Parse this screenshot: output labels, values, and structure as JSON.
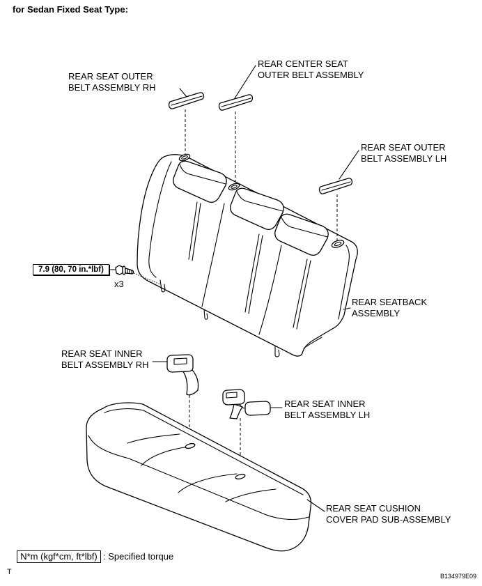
{
  "title": "for Sedan Fixed Seat Type:",
  "labels": {
    "outer_belt_rh": {
      "line1": "REAR SEAT OUTER",
      "line2": "BELT ASSEMBLY RH"
    },
    "center_belt": {
      "line1": "REAR CENTER SEAT",
      "line2": "OUTER BELT ASSEMBLY"
    },
    "outer_belt_lh": {
      "line1": "REAR SEAT OUTER",
      "line2": "BELT ASSEMBLY LH"
    },
    "seatback": {
      "line1": "REAR SEATBACK",
      "line2": "ASSEMBLY"
    },
    "inner_belt_rh": {
      "line1": "REAR SEAT INNER",
      "line2": "BELT ASSEMBLY RH"
    },
    "inner_belt_lh": {
      "line1": "REAR SEAT INNER",
      "line2": "BELT ASSEMBLY LH"
    },
    "cushion": {
      "line1": "REAR SEAT CUSHION",
      "line2": "COVER PAD SUB-ASSEMBLY"
    }
  },
  "torque": {
    "value": "7.9 (80, 70 in.*lbf)",
    "quantity": "x3"
  },
  "legend": {
    "unit_box": "N*m (kgf*cm, ft*lbf)",
    "description": ": Specified torque"
  },
  "corner_mark": "T",
  "figure_id": "B134979E09"
}
